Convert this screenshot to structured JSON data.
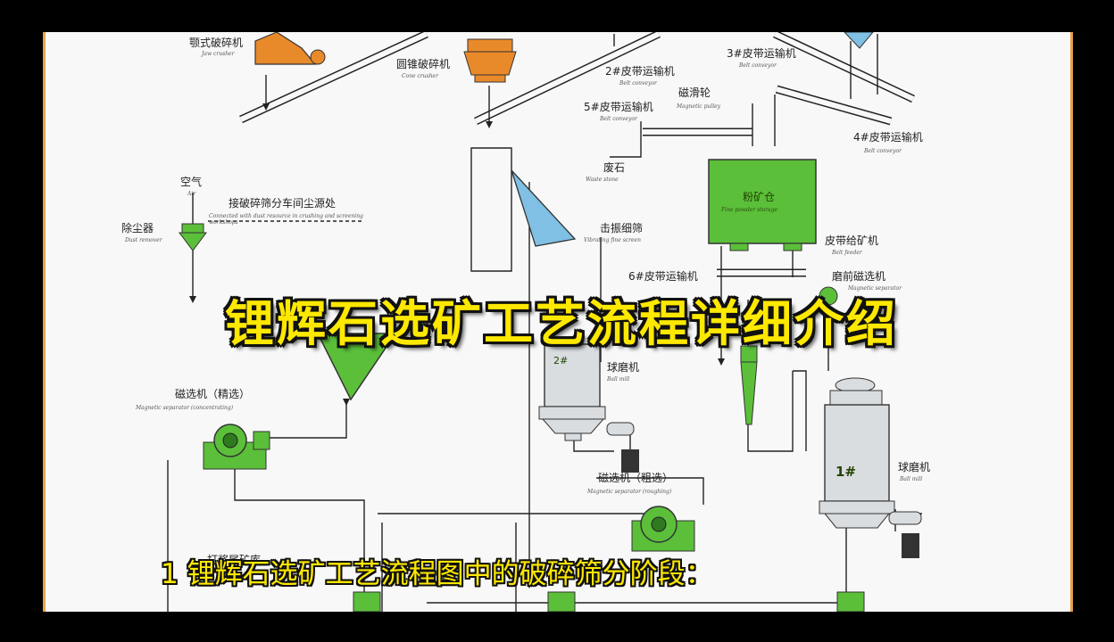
{
  "diagram": {
    "labels": {
      "jaw_crusher": "颚式破碎机",
      "jaw_crusher_en": "Jaw crusher",
      "cone_crusher": "圆锥破碎机",
      "cone_crusher_en": "Cone crusher",
      "belt2": "2#皮带运输机",
      "belt2_en": "Belt conveyor",
      "belt3": "3#皮带运输机",
      "belt3_en": "Belt conveyor",
      "belt5": "5#皮带运输机",
      "belt5_en": "Belt conveyor",
      "magnetic_pulley": "磁滑轮",
      "magnetic_pulley_en": "Magnetic pulley",
      "belt4": "4#皮带运输机",
      "belt4_en": "Belt conveyor",
      "waste_stone": "废石",
      "waste_stone_en": "Waste stone",
      "fine_bin": "粉矿仓",
      "fine_bin_en": "Fine powder storage",
      "air": "空气",
      "air_en": "Air",
      "dust_note": "接破碎筛分车间尘源处",
      "dust_note_en": "Connected with dust resource in crushing and screening workshops",
      "dust_remover": "除尘器",
      "dust_remover_en": "Dust remover",
      "vibrating_screen": "击振细筛",
      "vibrating_screen_en": "Vibrating fine screen",
      "belt_feeder": "皮带给矿机",
      "belt_feeder_en": "Belt feeder",
      "belt6": "6#皮带运输机",
      "pre_mag": "磨前磁选机",
      "pre_mag_en": "Magnetic separator",
      "ball_mill2": "球磨机",
      "ball_mill2_en": "Ball mill",
      "mag_concentrating": "磁选机（精选）",
      "mag_concentrating_en": "Magnetic separator (concentrating)",
      "mag_roughing": "磁选机（粗选）",
      "mag_roughing_en": "Magnetic separator (roughing)",
      "ball_mill1": "球磨机",
      "ball_mill1_en": "Ball mill",
      "mill1_mark": "1#",
      "mill2_mark": "2#",
      "tailings": "打浆尾矿库"
    }
  },
  "overlay": {
    "title": "锂辉石选矿工艺流程详细介绍",
    "subtitle": "1  锂辉石选矿工艺流程图中的破碎筛分阶段："
  },
  "colors": {
    "equipment_green": "#5bbf3a",
    "crusher_orange": "#e88a2a",
    "screen_blue": "#7fc0e4",
    "overlay_yellow": "#fde800"
  }
}
